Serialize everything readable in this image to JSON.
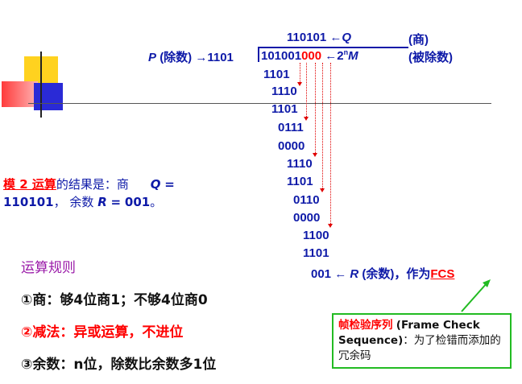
{
  "division": {
    "quotient_line": {
      "value": "110101",
      "arrow": "←",
      "var": "Q",
      "label": "(商)"
    },
    "divisor_line": {
      "divisor_var": "P",
      "divisor_label": "(除数)",
      "arrow": "→",
      "divisor": "1101",
      "dividend_main": "101001",
      "dividend_zeros": "000",
      "arrow2": "←",
      "dividend_prefix": "2",
      "dividend_exp": "n",
      "dividend_var": "M",
      "dividend_label": "(被除数)"
    },
    "steps": [
      "1101",
      "1110",
      "1101",
      "0111",
      "0000",
      "1110",
      "1101",
      "0110",
      "0000",
      "1100",
      "1101"
    ],
    "remainder": {
      "value": "001",
      "arrow": "←",
      "var": "R",
      "label": "(余数)，作为",
      "fcs": "FCS"
    }
  },
  "mod2_result": {
    "keyword": "模 2 运算",
    "text1": "的结果是：商",
    "q_var": "Q",
    "eq": "=",
    "q_value": "110101",
    "text2": "，  余数",
    "r_var": "R",
    "eq2": "=",
    "r_value": "001",
    "period": "。"
  },
  "rules": {
    "title": "运算规则",
    "item1": "①商：够4位商1；不够4位商0",
    "item2": "②减法：异或运算，不进位",
    "item3": "③余数：n位，除数比余数多1位"
  },
  "fcs_note": {
    "title": "帧检验序列",
    "english": "(Frame Check Sequence)",
    "desc": "：为了检错而添加的冗余码"
  },
  "colors": {
    "blue": "#0e1aa8",
    "red": "#ff0000",
    "green": "#22bb22"
  }
}
